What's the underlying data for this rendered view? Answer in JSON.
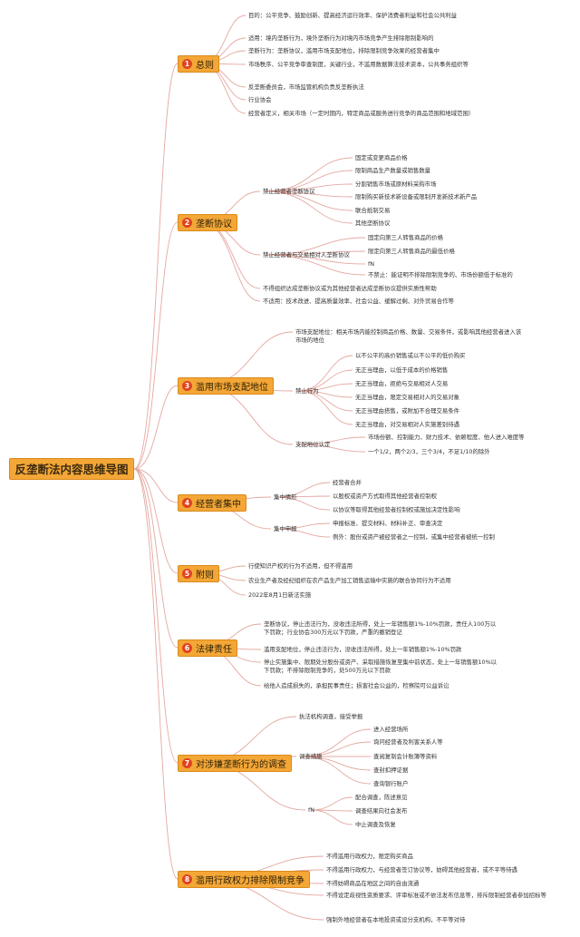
{
  "root": {
    "title": "反垄断法内容思维导图"
  },
  "branches": [
    {
      "num": "1",
      "label": "总则",
      "items": [
        {
          "text": "目的：公平竞争、鼓励创新、提高经济运行效率、保护消费者利益和社会公共利益"
        },
        {
          "text": "适用：境内垄断行为，境外垄断行为对境内市场竞争产生排除限制影响的"
        },
        {
          "text": "垄断行为：垄断协议，滥用市场支配地位，排除限制竞争效果的经营者集中"
        },
        {
          "text": "市场秩序、公平竞争审查制度，关键行业，不滥用数据算法技术资本，公共事务组织等"
        },
        {
          "text": "反垄断委员会，市场监管机构负责反垄断执法"
        },
        {
          "text": "行业协会"
        },
        {
          "text": "经营者定义，相关市场（一定时期内，特定商品或服务进行竞争的商品范围和地域范围）"
        }
      ]
    },
    {
      "num": "2",
      "label": "垄断协议",
      "items": [
        {
          "text": "禁止经营者垄断协议",
          "children": [
            "固定或变更商品价格",
            "限制商品生产数量或销售数量",
            "分割销售市场或原材料采购市场",
            "限制购买新技术新设备或限制开发新技术新产品",
            "联合抵制交易",
            "其他垄断协议"
          ]
        },
        {
          "text": "禁止经营者与交易相对人垄断协议",
          "children": [
            "固定向第三人转售商品的价格",
            "限定向第三人转售商品的最低价格",
            "fN",
            "不禁止：能证明不排除限制竞争的、市场份额低于标准的"
          ]
        },
        {
          "text": "不得组织达成垄断协议或为其他经营者达成垄断协议提供实质性帮助"
        },
        {
          "text": "不适用：技术改进、提高质量效率、社会公益、缓解过剩、对外贸易合作等"
        }
      ]
    },
    {
      "num": "3",
      "label": "滥用市场支配地位",
      "items": [
        {
          "text": "市场支配地位：相关市场内能控制商品价格、数量、交易条件，或影响其他经营者进入该市场的地位"
        },
        {
          "text": "禁止行为",
          "children": [
            "以不公平的高价销售或以不公平的低价购买",
            "无正当理由，以低于成本的价格销售",
            "无正当理由，拒绝与交易相对人交易",
            "无正当理由，限定交易相对人的交易对象",
            "无正当理由搭售，或附加不合理交易条件",
            "无正当理由，对交易相对人实施差别待遇"
          ]
        },
        {
          "text": "支配地位认定",
          "children": [
            "市场份额、控制能力、财力技术、依赖程度、他人进入难度等",
            "一个1/2，两个2/3，三个3/4，不足1/10的除外"
          ]
        }
      ]
    },
    {
      "num": "4",
      "label": "经营者集中",
      "items": [
        {
          "text": "集中情形",
          "children": [
            "经营者合并",
            "以股权或资产方式取得其他经营者控制权",
            "以协议等取得其他经营者控制权或施加决定性影响"
          ]
        },
        {
          "text": "集中申报",
          "children": [
            "申报标准、提交材料、材料补正、审查决定",
            "例外：股份或资产被经营者之一控制，或集中经营者被统一控制"
          ]
        }
      ]
    },
    {
      "num": "5",
      "label": "附则",
      "items": [
        {
          "text": "行使知识产权的行为不适用，但不得滥用"
        },
        {
          "text": "农业生产者及经纪组织在农产品生产加工销售运输中实施的联合协同行为不适用"
        },
        {
          "text": "2022年8月1日新法实施"
        }
      ]
    },
    {
      "num": "6",
      "label": "法律责任",
      "items": [
        {
          "text": "垄断协议，停止违法行为，没收违法所得，处上一年销售额1%-10%罚款，责任人100万以下罚款；行业协会300万元以下罚款，严重的撤销登记"
        },
        {
          "text": "滥用支配地位，停止违法行为，没收违法所得，处上一年销售额1%-10%罚款"
        },
        {
          "text": "停止实施集中、限期处分股份或资产、采取措施恢复至集中前状态，处上一年销售额10%以下罚款；不排除限制竞争的，处500万元以下罚款"
        },
        {
          "text": "给他人造成损失的，承担民事责任；损害社会公益的，检察院可公益诉讼"
        }
      ]
    },
    {
      "num": "7",
      "label": "对涉嫌垄断行为的调查",
      "items": [
        {
          "text": "执法机构调查，接受举报"
        },
        {
          "text": "调查措施",
          "children": [
            "进入经营场所",
            "询问经营者及利害关系人等",
            "查阅复制会计账簿等资料",
            "查封扣押证据",
            "查询银行账户"
          ]
        },
        {
          "text": "fN",
          "children": [
            "配合调查，陈述意见",
            "调查结果向社会发布",
            "中止调查及恢复"
          ]
        }
      ]
    },
    {
      "num": "8",
      "label": "滥用行政权力排除限制竞争",
      "items": [
        {
          "text": "不得滥用行政权力，限定购买商品"
        },
        {
          "text": "不得滥用行政权力，与经营者签订协议等，妨碍其他经营者，或不平等待遇"
        },
        {
          "text": "不得妨碍商品在地区之间的自由流通"
        },
        {
          "text": "不得设定歧视性资质要求、评审标准或不依法发布信息等，排斥限制经营者参加招标等"
        },
        {
          "text": "强制外地经营者在本地投资或设分支机构，不平等对待"
        }
      ]
    }
  ],
  "colors": {
    "node_fill": "#f4a736",
    "node_border": "#d98a1a",
    "number_badge": "#e0431f",
    "connector": "#e4a8a0"
  }
}
